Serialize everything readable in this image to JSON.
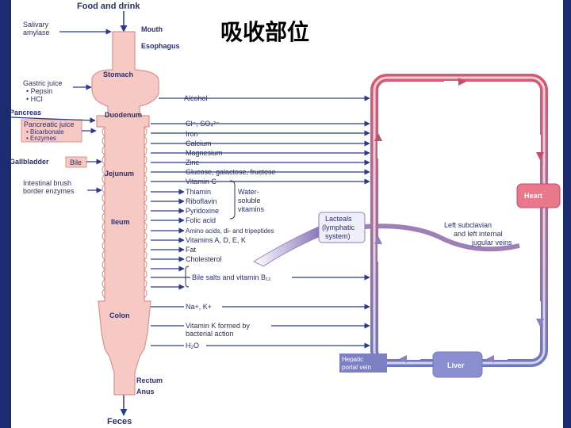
{
  "title": "吸收部位",
  "top_label": "Food and drink",
  "bottom_label": "Feces",
  "organs": {
    "mouth": "Mouth",
    "esophagus": "Esophagus",
    "stomach": "Stomach",
    "duodenum": "Duodenum",
    "jejunum": "Jejunum",
    "ileum": "Ileum",
    "colon": "Colon",
    "rectum": "Rectum",
    "anus": "Anus"
  },
  "secretions": {
    "salivary_1": "Salivary",
    "salivary_2": "amylase",
    "gastric": "Gastric juice",
    "pepsin": "• Pepsin",
    "hcl": "• HCl",
    "pancreas": "Pancreas",
    "pancreatic_juice": "Pancreatic juice",
    "bicarbonate": "• Bicarbonate",
    "enzymes": "• Enzymes",
    "gallbladder": "Gallbladder",
    "bile": "Bile",
    "brush_1": "Intestinal brush",
    "brush_2": "border enzymes"
  },
  "absorbed": {
    "alcohol": "Alcohol",
    "cl_so4": "Cl⁻, SO₄²⁻",
    "iron": "Iron",
    "calcium": "Calcium",
    "magnesium": "Magnesium",
    "zinc": "Zinc",
    "sugars": "Glucose, galactose, fructose",
    "vit_c": "Vitamin C",
    "thiamin": "Thiamin",
    "riboflavin": "Riboflavin",
    "pyridoxine": "Pyridoxine",
    "folic": "Folic acid",
    "amino": "Amino acids, di- and tripeptides",
    "vit_adek": "Vitamins A, D, E, K",
    "fat": "Fat",
    "cholesterol": "Cholesterol",
    "bile_salts": "Bile salts and vitamin B₁₂",
    "na_k": "Na+, K+",
    "vit_k_1": "Vitamin K formed by",
    "vit_k_2": "bacterial action",
    "h2o": "H₂O"
  },
  "water_soluble": [
    "Water-",
    "soluble",
    "vitamins"
  ],
  "lacteals": [
    "Lacteals",
    "(lymphatic",
    "system)"
  ],
  "subclavian": [
    "Left subclavian",
    "and left internal",
    "jugular veins"
  ],
  "heart": "Heart",
  "liver": "Liver",
  "hepatic": [
    "Hepatic",
    "portal vein"
  ],
  "colors": {
    "tract_fill": "#f6c9c4",
    "tract_stroke": "#d9938a",
    "arrow_blue": "#2b3a8c",
    "circ_red": "#c0506a",
    "circ_blue": "#7c7fc0",
    "frame": "#1c2b70"
  }
}
